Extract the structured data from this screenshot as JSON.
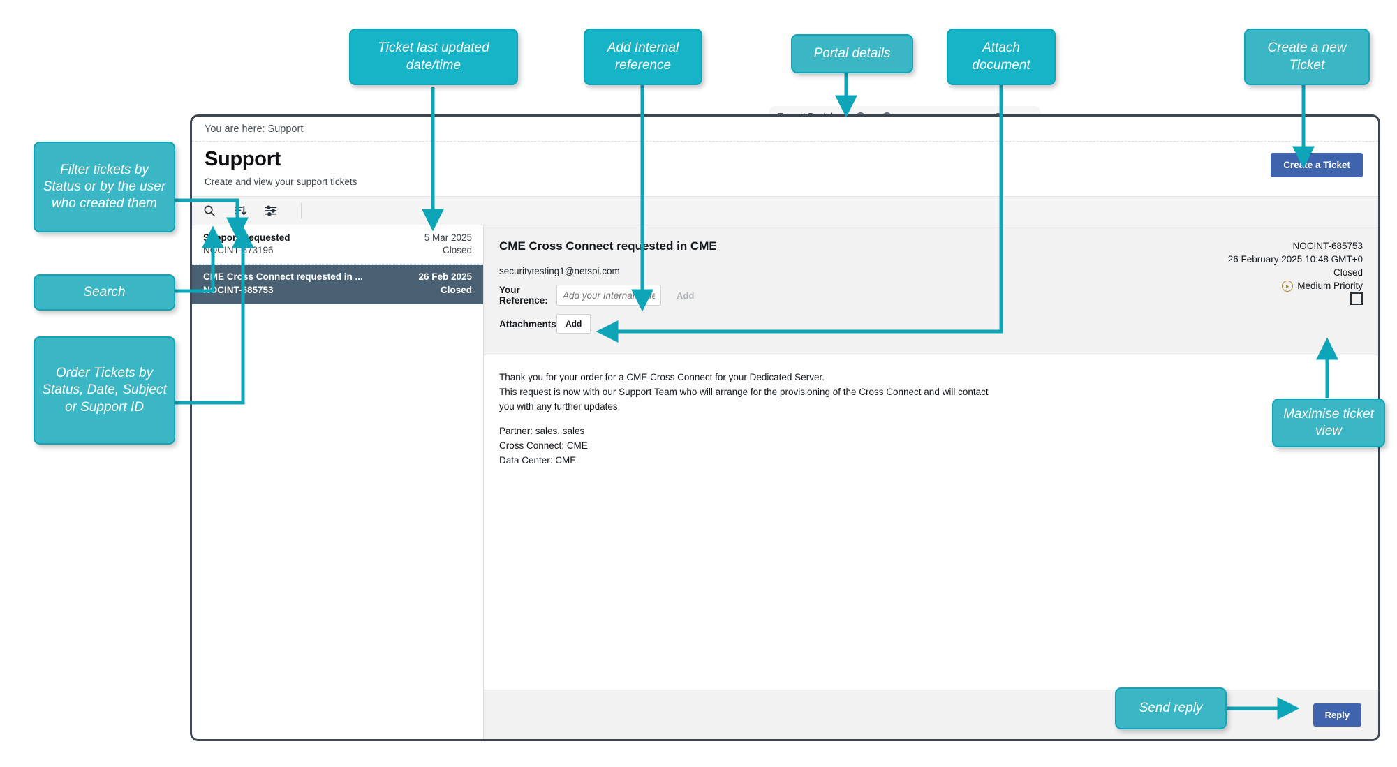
{
  "tenant_bar": {
    "label": "Tenant Portals",
    "right_label": "Glossary",
    "icons": [
      "help-circle-icon",
      "user-icon",
      "window-icon"
    ]
  },
  "window": {
    "breadcrumb": "You are here: Support",
    "page_title": "Support",
    "page_subtitle": "Create and view your support tickets",
    "create_ticket_label": "Create a Ticket"
  },
  "toolbar": {
    "icons": [
      {
        "name": "search-icon",
        "label": "Search"
      },
      {
        "name": "sort-icon",
        "label": "Sort"
      },
      {
        "name": "filter-icon",
        "label": "Filter"
      }
    ]
  },
  "ticket_list": {
    "items": [
      {
        "subject": "Support Requested",
        "id": "NOCINT-673196",
        "date": "5 Mar 2025",
        "status": "Closed",
        "selected": false
      },
      {
        "subject": "CME Cross Connect requested in ...",
        "id": "NOCINT-685753",
        "date": "26 Feb 2025",
        "status": "Closed",
        "selected": true
      }
    ]
  },
  "ticket_detail": {
    "title": "CME Cross Connect requested in CME",
    "email": "securitytesting1@netspi.com",
    "reference_label": "Your Reference:",
    "reference_value": "",
    "reference_placeholder": "Add your Internal Refe",
    "reference_add_label": "Add",
    "attachments_label": "Attachments:",
    "attachments_add_label": "Add",
    "meta": {
      "ticket_id": "NOCINT-685753",
      "datetime": "26 February 2025 10:48 GMT+0",
      "status": "Closed",
      "priority": "Medium Priority"
    },
    "body": [
      "Thank you for your order for a CME Cross Connect for your Dedicated Server.",
      "This request is now with our Support Team who will arrange for the provisioning of the Cross Connect and will contact",
      "you with any further updates."
    ],
    "details": [
      "Partner: sales, sales",
      "Cross Connect: CME",
      "Data Center: CME"
    ],
    "reply_label": "Reply"
  },
  "annotations": [
    {
      "id": "filter",
      "text": "Filter tickets by Status or by the user who created them"
    },
    {
      "id": "search",
      "text": "Search"
    },
    {
      "id": "order",
      "text": "Order Tickets by\nStatus, Date, Subject or Support ID"
    },
    {
      "id": "updated",
      "text": "Ticket last updated date/time"
    },
    {
      "id": "internal",
      "text": "Add Internal reference"
    },
    {
      "id": "portal",
      "text": "Portal details"
    },
    {
      "id": "attach",
      "text": "Attach document"
    },
    {
      "id": "create",
      "text": "Create a new Ticket"
    },
    {
      "id": "maximise",
      "text": "Maximise ticket view"
    },
    {
      "id": "send",
      "text": "Send reply"
    }
  ],
  "colors": {
    "accent_teal": "#17b3c6",
    "accent_teal_soft": "#3bb6c4",
    "primary_blue": "#3f63ad",
    "selected_row": "#4a6174",
    "window_border": "#3c4652",
    "priority_amber": "#b08130"
  }
}
